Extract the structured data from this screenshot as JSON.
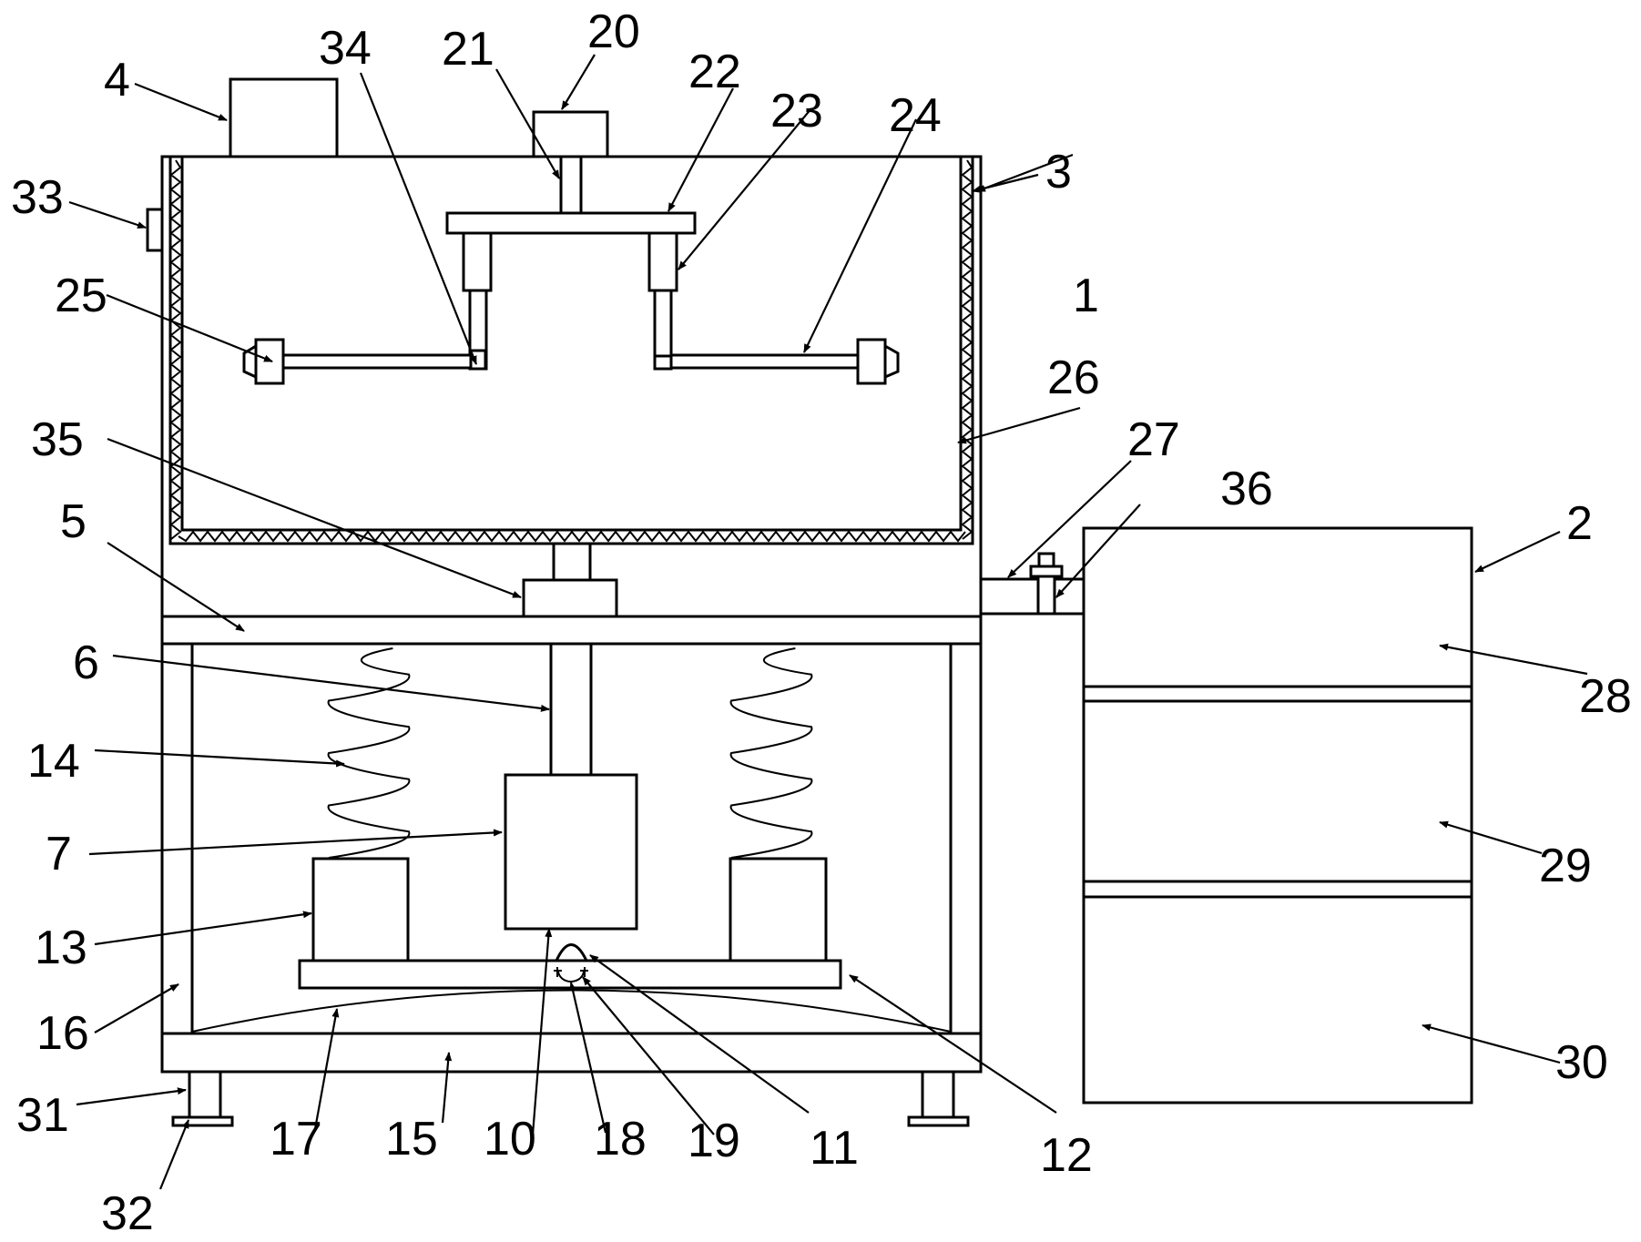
{
  "labels": {
    "l1": "1",
    "l2": "2",
    "l3": "3",
    "l4": "4",
    "l5": "5",
    "l6": "6",
    "l7": "7",
    "l10": "10",
    "l11": "11",
    "l12": "12",
    "l13": "13",
    "l14": "14",
    "l15": "15",
    "l16": "16",
    "l17": "17",
    "l18": "18",
    "l19": "19",
    "l20": "20",
    "l21": "21",
    "l22": "22",
    "l23": "23",
    "l24": "24",
    "l25": "25",
    "l26": "26",
    "l27": "27",
    "l28": "28",
    "l29": "29",
    "l30": "30",
    "l31": "31",
    "l32": "32",
    "l33": "33",
    "l34": "34",
    "l35": "35",
    "l36": "36"
  }
}
